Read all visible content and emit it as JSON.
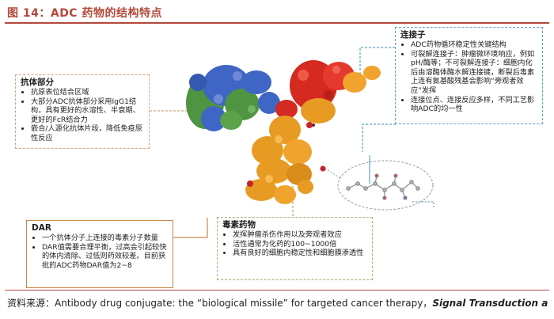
{
  "figure": {
    "title": "图 14：ADC 药物的结构特点",
    "source_prefix": "资料来源：",
    "source_text": "Antibody drug conjugate: the “biological missile” for targeted cancer therapy，",
    "source_journal": "Signal Transduction and"
  },
  "colors": {
    "accent": "#b5483a",
    "antibody_blue": "#3f66c4",
    "antibody_green": "#4f9440",
    "heavy_orange": "#e79b22",
    "heavy_red": "#d42a22",
    "linker_border": "#5aa6bf",
    "toxin_border": "#9cb96a",
    "dar_border": "#c8884a",
    "antibody_border": "#d8a27c"
  },
  "boxes": {
    "antibody": {
      "title": "抗体部分",
      "items": [
        "抗原表位结合区域",
        "大部分ADC抗体部分采用IgG1结构，具有更好的水溶性、半衰期、更好的FcR结合力",
        "嵌合/人源化抗体片段，降低免疫原性反应"
      ]
    },
    "linker": {
      "title": "连接子",
      "items": [
        "ADC药物循环稳定性关键结构",
        "可裂解连接子：肿瘤微环境响应，例如pH/酶等；不可裂解连接子：细胞内化后由溶酶体酶水解连接键，断裂后毒素上连有氨基酸残基会影响“旁观者效应”发挥",
        "连接位点、连接反应多样，不同工艺影响ADC的均一性"
      ]
    },
    "dar": {
      "title": "DAR",
      "items": [
        "一个抗体分子上连接的毒素分子数量",
        "DAR值需要合理平衡，过高会引起较快的体内清除、过低则药效较差。目前获批的ADC药物DAR值为2~8"
      ]
    },
    "toxin": {
      "title": "毒素药物",
      "items": [
        "发挥肿瘤杀伤作用以及旁观者效应",
        "活性通常为化药的100~1000倍",
        "具有良好的细胞内稳定性和细胞膜渗透性"
      ]
    }
  }
}
